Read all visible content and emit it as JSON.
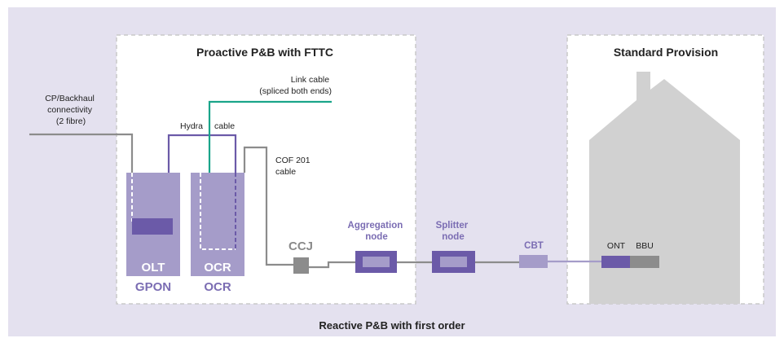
{
  "regions": {
    "proactive_title": "Proactive P&B with FTTC",
    "standard_title": "Standard Provision",
    "reactive_title": "Reactive P&B with first order"
  },
  "labels": {
    "cp_backhaul": [
      "CP/Backhaul",
      "connectivity",
      "(2 fibre)"
    ],
    "link_cable": [
      "Link cable",
      "(spliced both ends)"
    ],
    "hydra": "Hydra",
    "hydra_cable": "cable",
    "cof": [
      "COF 201",
      "cable"
    ],
    "olt": "OLT",
    "gpon": "GPON",
    "ocr": "OCR",
    "ccj": "CCJ",
    "aggregation": [
      "Aggregation",
      "node"
    ],
    "splitter": [
      "Splitter",
      "node"
    ],
    "cbt": "CBT",
    "ont": "ONT",
    "bbu": "BBU"
  },
  "colors": {
    "background": "#e4e1ef",
    "box_fill": "#ffffff",
    "dashed_border": "#c9c9c9",
    "purple_dark": "#6b5aa8",
    "purple_light": "#a59cc9",
    "green": "#1aa58a",
    "gray_line": "#8c8c8c",
    "house": "#d1d1d1"
  }
}
